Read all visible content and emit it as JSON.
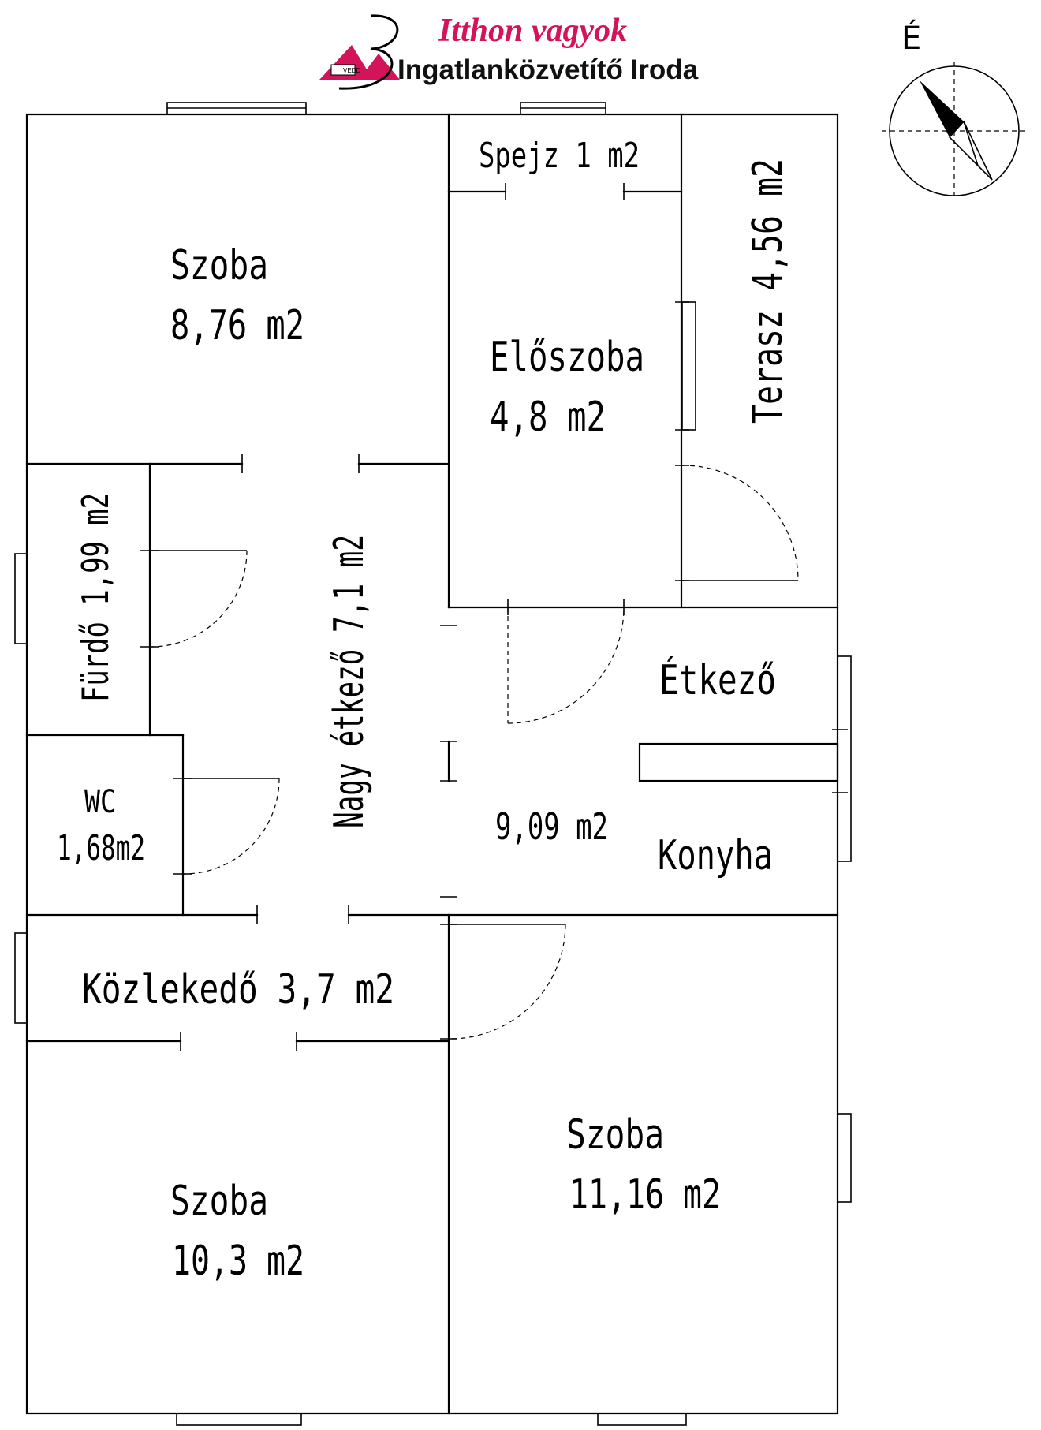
{
  "logo": {
    "title": "Itthon vagyok",
    "subtitle": "Ingatlanközvetítő Iroda",
    "emblem_text": "VEDD",
    "brand_color": "#d4145a"
  },
  "compass": {
    "north_label": "É"
  },
  "rooms": {
    "szoba_nw": {
      "name": "Szoba",
      "area": "8,76 m2"
    },
    "eloszoba": {
      "name": "Előszoba",
      "area": "4,8 m2"
    },
    "spejz": {
      "label": "Spejz 1 m2"
    },
    "terasz": {
      "label": "Terasz 4,56 m2"
    },
    "furdo": {
      "label": "Fürdő 1,99 m2"
    },
    "nagy_etkezo": {
      "label": "Nagy étkező 7,1 m2"
    },
    "wc": {
      "name": "WC",
      "area": "1,68m2"
    },
    "etkezo_konyha": {
      "name_top": "Étkező",
      "area": "9,09 m2",
      "name_bottom": "Konyha"
    },
    "kozlekedo": {
      "label": "Közlekedő 3,7 m2"
    },
    "szoba_sw": {
      "name": "Szoba",
      "area": "10,3 m2"
    },
    "szoba_se": {
      "name": "Szoba",
      "area": "11,16 m2"
    }
  }
}
